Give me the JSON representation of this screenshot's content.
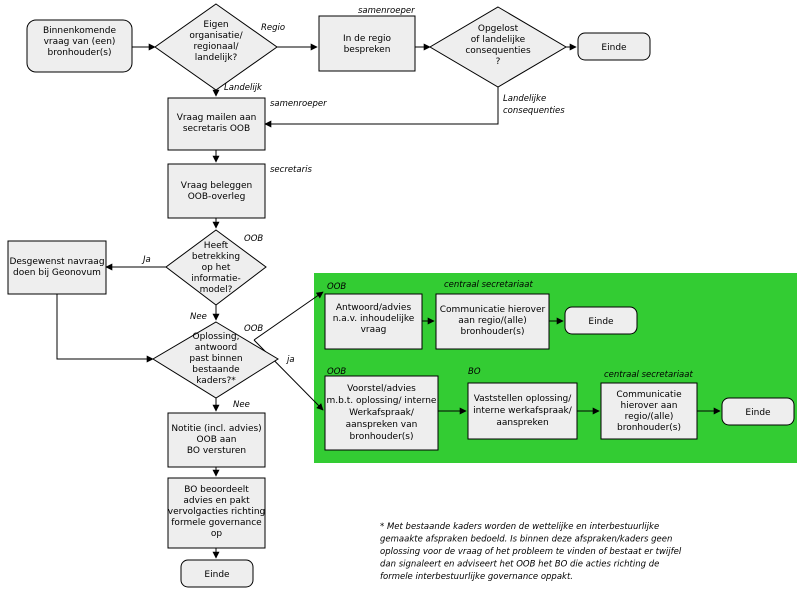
{
  "nodes": {
    "start": [
      "Binnenkomende",
      "vraag van (een)",
      "bronhouder(s)"
    ],
    "d_eigen": [
      "Eigen",
      "organisatie/",
      "regionaal/",
      "landelijk?"
    ],
    "regio_bespreken": [
      "In de regio",
      "bespreken"
    ],
    "d_opgelost": [
      "Opgelost",
      "of landelijke",
      "consequenties",
      "?"
    ],
    "einde_top": [
      "Einde"
    ],
    "mailen": [
      "Vraag mailen aan",
      "secretaris OOB"
    ],
    "beleggen": [
      "Vraag beleggen",
      "OOB-overleg"
    ],
    "d_informatiemodel": [
      "Heeft",
      "betrekking",
      "op het",
      "informatie-",
      "model?"
    ],
    "navraag": [
      "Desgewenst navraag",
      "doen bij Geonovum"
    ],
    "d_oplossing": [
      "Oplossing,",
      "antwoord",
      "past binnen",
      "bestaande",
      "kaders?*"
    ],
    "antwoord": [
      "Antwoord/advies",
      "n.a.v. inhoudelijke",
      "vraag"
    ],
    "communicatie1": [
      "Communicatie hierover",
      "aan regio/(alle)",
      "bronhouder(s)"
    ],
    "einde_green1": [
      "Einde"
    ],
    "voorstel": [
      "Voorstel/advies",
      "m.b.t. oplossing/ interne",
      "Werkafspraak/",
      "aanspreken van",
      "bronhouder(s)"
    ],
    "vaststellen": [
      "Vaststellen oplossing/",
      "interne werkafspraak/",
      "aanspreken"
    ],
    "communicatie2": [
      "Communicatie",
      "hierover aan",
      "regio/(alle)",
      "bronhouder(s)"
    ],
    "einde_green2": [
      "Einde"
    ],
    "notitie": [
      "Notitie (incl. advies)",
      "OOB aan",
      "BO versturen"
    ],
    "bo_beoordeelt": [
      "BO beoordeelt",
      "advies en pakt",
      "vervolgacties richting",
      "formele governance",
      "op"
    ],
    "einde_bottom": [
      "Einde"
    ]
  },
  "roles": {
    "samenroeper_top": "samenroeper",
    "samenroeper_mid": "samenroeper",
    "secretaris": "secretaris",
    "oob_1": "OOB",
    "oob_2": "OOB",
    "oob_green1": "OOB",
    "centraal_1": "centraal secretariaat",
    "oob_green2": "OOB",
    "bo_green": "BO",
    "centraal_2": "centraal secretariaat"
  },
  "edge_labels": {
    "regio": "Regio",
    "landelijk": "Landelijk",
    "landelijke_consequenties": [
      "Landelijke",
      "consequenties"
    ],
    "ja_left": "Ja",
    "nee_mid": "Nee",
    "ja_right": "ja",
    "nee_bottom": "Nee"
  },
  "footnote": [
    "* Met bestaande kaders worden de wettelijke en interbestuurlijke",
    "gemaakte afspraken bedoeld. Is binnen deze afspraken/kaders geen",
    "oplossing voor de vraag of het probleem te vinden of bestaat er twijfel",
    "dan signaleert en adviseert het OOB het BO die acties richting de",
    "formele interbestuurlijke governance oppakt."
  ],
  "colors": {
    "process_fill": "#eeeeee",
    "stroke": "#000000",
    "green_area": "#33cc33"
  }
}
